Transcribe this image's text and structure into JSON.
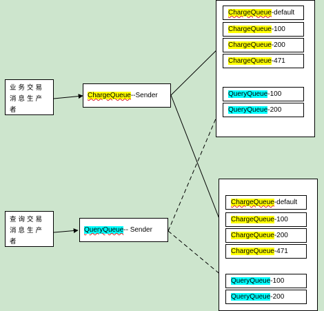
{
  "producers": {
    "business": {
      "label": "业务交易消息生产者"
    },
    "query": {
      "label": "查询交易消息生产者"
    }
  },
  "senders": {
    "charge": {
      "name": "ChargeQueue",
      "suffix": "--Sender"
    },
    "query": {
      "name": "QueryQueue",
      "suffix": " -- Sender"
    }
  },
  "servers": [
    {
      "charge_queues": [
        {
          "name": "ChargeQueue",
          "suffix": "-default"
        },
        {
          "name": "ChargeQueue",
          "suffix": "-100"
        },
        {
          "name": "ChargeQueue",
          "suffix": "-200"
        },
        {
          "name": "ChargeQueue",
          "suffix": "-471"
        }
      ],
      "query_queues": [
        {
          "name": "QueryQueue",
          "suffix": "-100"
        },
        {
          "name": "QueryQueue",
          "suffix": "-200"
        }
      ]
    },
    {
      "charge_queues": [
        {
          "name": "ChargeQueue",
          "suffix": "-default"
        },
        {
          "name": "ChargeQueue",
          "suffix": "-100"
        },
        {
          "name": "ChargeQueue",
          "suffix": "-200"
        },
        {
          "name": "ChargeQueue",
          "suffix": "-471"
        }
      ],
      "query_queues": [
        {
          "name": "QueryQueue",
          "suffix": "-100"
        },
        {
          "name": "QueryQueue",
          "suffix": "-200"
        }
      ]
    }
  ],
  "colors": {
    "background": "#cde5cd",
    "charge_highlight": "#ffff00",
    "query_highlight": "#00ffff",
    "spellcheck_underline": "#d22"
  }
}
